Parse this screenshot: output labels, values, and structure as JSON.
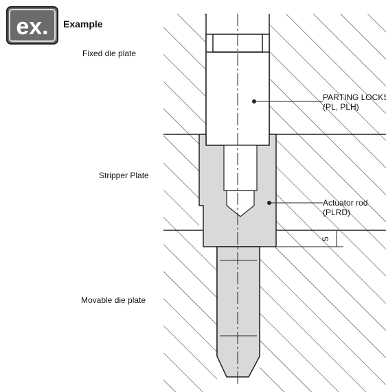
{
  "header": {
    "logo_text": "ex.",
    "title": "Example"
  },
  "labels": {
    "fixed_die_plate": "Fixed die plate",
    "stripper_plate": "Stripper Plate",
    "movable_die_plate": "Movable die plate",
    "parting_locks_line1": "PARTING LOCKS",
    "parting_locks_line2": "(PL, PLH)",
    "actuator_rod_line1": "Actuator rod",
    "actuator_rod_line2": "(PLRD)",
    "dimension": "5"
  },
  "colors": {
    "part_fill": "#d9d9d9",
    "line": "#222222",
    "logo_bg": "#6b6b6b"
  }
}
